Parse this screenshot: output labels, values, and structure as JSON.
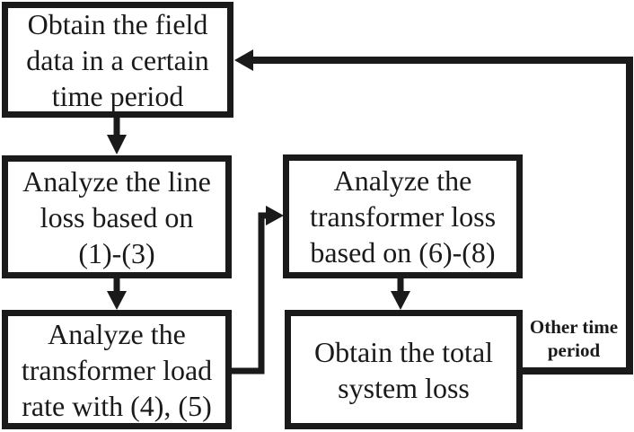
{
  "diagram": {
    "colors": {
      "ink": "#1a1a1a",
      "paper": "#ffffff"
    },
    "nodes": [
      {
        "name": "obtain-field-data",
        "lines": [
          "Obtain the field",
          "data in a certain",
          "time period"
        ]
      },
      {
        "name": "analyze-line-loss",
        "lines": [
          "Analyze the line",
          "loss based on",
          "(1)-(3)"
        ]
      },
      {
        "name": "analyze-transformer-load-rate",
        "lines": [
          "Analyze the",
          "transformer load",
          "rate with (4), (5)"
        ]
      },
      {
        "name": "analyze-transformer-loss",
        "lines": [
          "Analyze the",
          "transformer loss",
          "based on (6)-(8)"
        ]
      },
      {
        "name": "obtain-total-system-loss",
        "lines": [
          "Obtain the total",
          "system loss"
        ]
      }
    ],
    "edge_labels": [
      {
        "name": "other-time-period",
        "lines": [
          "Other time",
          "period"
        ]
      }
    ]
  }
}
